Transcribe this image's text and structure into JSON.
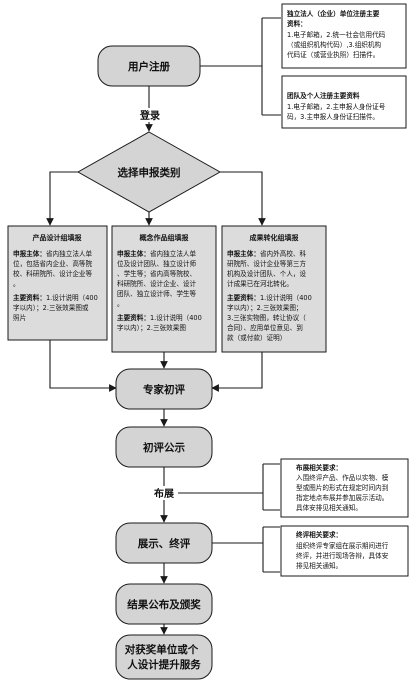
{
  "nodes": {
    "register": "用户注册",
    "login": "登录",
    "select": "选择申报类别",
    "expert_review": "专家初评",
    "public_notice": "初评公示",
    "exhibit_label": "布展",
    "show_final": "展示、终评",
    "publish": "结果公布及颁奖",
    "service": [
      "对获奖单位或个",
      "人设计提升服务"
    ]
  },
  "notes": {
    "single_unit": {
      "title": [
        "独立法人（企业）单位注册主要",
        "资料："
      ],
      "lines": [
        "1.电子邮箱，2.统一社会信用代码",
        "（或组织机构代码）,3.组织机构",
        "代码证（或营业执照）扫描件。"
      ]
    },
    "team": {
      "title": [
        "团队及个人注册主要资料"
      ],
      "lines": [
        "1.电子邮箱，2.主申报人身份证号",
        "码，3.主申报人身份证扫描件。"
      ]
    },
    "exhibit": {
      "title": [
        "布展相关要求："
      ],
      "lines": [
        "入围终评产品、作品以实物、模",
        "型或图片的形式在规定时间内到",
        "指定地点布展并参加展示活动。",
        "具体安排见相关通知。"
      ]
    },
    "final": {
      "title": [
        "终评相关要求："
      ],
      "lines": [
        "组织终评专家组在展示期间进行",
        "终评，并进行现场答辩，具体安",
        "排见相关通知。"
      ]
    }
  },
  "categories": [
    {
      "title": "产品设计组填报",
      "body": [
        {
          "b": "申报主体：",
          "t": "省内独立法人单"
        },
        {
          "t": "位，包括省内企业、高等院"
        },
        {
          "t": "校、科研院所、设计企业等"
        },
        {
          "t": "。"
        },
        {
          "b": "主要资料：",
          "t": "1.设计说明（400"
        },
        {
          "t": "字以内）；2.三张效果图或"
        },
        {
          "t": "照片"
        }
      ]
    },
    {
      "title": "概念作品组填报",
      "body": [
        {
          "b": "申报主体：",
          "t": "省内独立法人单"
        },
        {
          "t": "位及设计团队、独立设计师"
        },
        {
          "t": "、学生等；省内高等院校、"
        },
        {
          "t": "科研院所、设计企业、设计"
        },
        {
          "t": "团队、独立设计师、学生等"
        },
        {
          "t": "。"
        },
        {
          "b": "主要资料：",
          "t": "1.设计说明（400"
        },
        {
          "t": "字以内）；2.三张效果图"
        }
      ]
    },
    {
      "title": "成果转化组填报",
      "body": [
        {
          "b": "申报主体：",
          "t": "省内外高校、科"
        },
        {
          "t": "研院所、设计企业等第三方"
        },
        {
          "t": "机构及设计团队、个人，设"
        },
        {
          "t": "计成果已在河北转化。"
        },
        {
          "b": "主要资料：",
          "t": "1.设计说明（400"
        },
        {
          "t": "字以内）；2.三张效果图；"
        },
        {
          "t": "3.三张实物图，转让协议（"
        },
        {
          "t": "合同）、应用单位意见、到"
        },
        {
          "t": "款（或付款）证明）"
        }
      ]
    }
  ]
}
